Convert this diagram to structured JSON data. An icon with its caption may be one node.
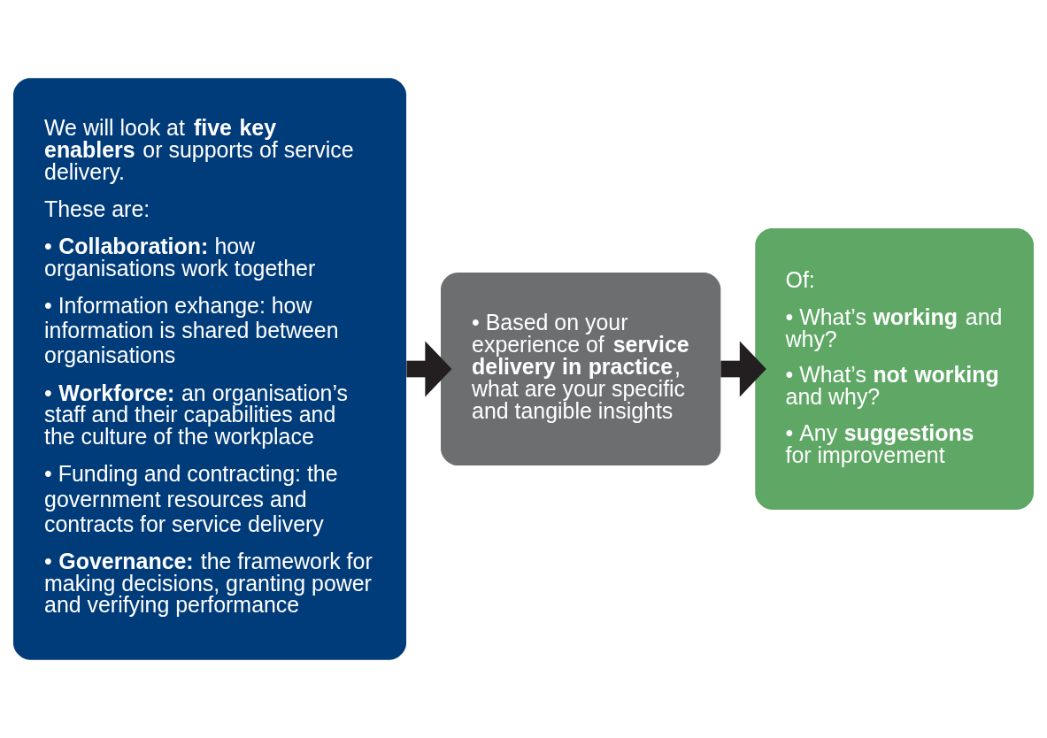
{
  "diagram": {
    "nodes": [
      {
        "text": [
          "We will look at **five key enablers** or supports of service delivery.",
          "These are:",
          "• **Collaboration:** how organisations work together",
          "• Information exhange: how information is shared between organisations",
          "• **Workforce:** an organisation’s staff and their capabilities and the culture of the workplace",
          "• Funding and contracting: the government resources and contracts for service delivery",
          "• **Governance:** the framework for making decisions, granting power and verifying performance"
        ]
      },
      {
        "text": [
          "• Based on your experience of **service delivery in practice**, what are your specific and tangible insights"
        ]
      },
      {
        "text": [
          "Of:",
          "• What’s **working** and why?",
          "• What’s **not working** and why?",
          "• Any **suggestions** for improvement"
        ]
      }
    ],
    "edges": [
      {
        "from": 0,
        "to": 1,
        "arrow": "to"
      },
      {
        "from": 1,
        "to": 2,
        "arrow": "to"
      }
    ]
  }
}
